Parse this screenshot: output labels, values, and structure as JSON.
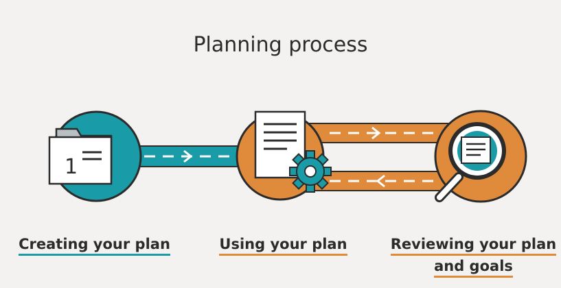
{
  "title": "Planning process",
  "steps": [
    {
      "label": "Creating your plan",
      "icon": "folder-icon",
      "color": "#1a9ba8"
    },
    {
      "label": "Using your plan",
      "icon": "document-gear-icon",
      "color": "#e08a3c"
    },
    {
      "label_line1": "Reviewing your plan",
      "label_line2": "and goals",
      "icon": "magnifier-document-icon",
      "color": "#e08a3c"
    }
  ],
  "folder_number": "1",
  "colors": {
    "teal": "#1a9ba8",
    "orange": "#e08a3c",
    "outline": "#2b2b2b",
    "background": "#f3f2f0"
  }
}
